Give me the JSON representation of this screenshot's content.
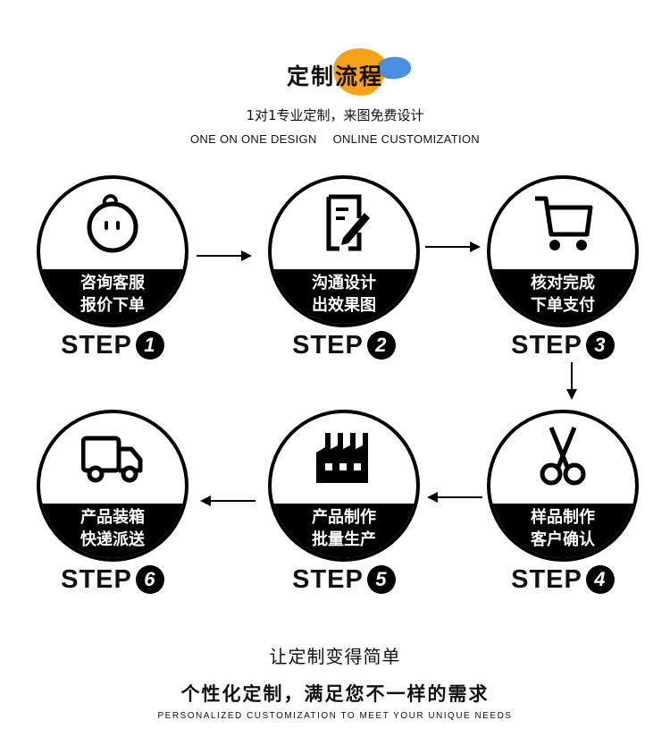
{
  "header": {
    "title": "定制流程",
    "subtitle": "1对1专业定制，来图免费设计",
    "english_left": "ONE ON ONE DESIGN",
    "english_right": "ONLINE CUSTOMIZATION",
    "accent_orange": "#F7A21B",
    "accent_blue": "#4A8FE0"
  },
  "steps": [
    {
      "line1": "咨询客服",
      "line2": "报价下单",
      "step_word": "STEP",
      "number": "1",
      "icon": "chat-face-icon"
    },
    {
      "line1": "沟通设计",
      "line2": "出效果图",
      "step_word": "STEP",
      "number": "2",
      "icon": "design-edit-icon"
    },
    {
      "line1": "核对完成",
      "line2": "下单支付",
      "step_word": "STEP",
      "number": "3",
      "icon": "shopping-cart-icon"
    },
    {
      "line1": "样品制作",
      "line2": "客户确认",
      "step_word": "STEP",
      "number": "4",
      "icon": "scissors-icon"
    },
    {
      "line1": "产品制作",
      "line2": "批量生产",
      "step_word": "STEP",
      "number": "5",
      "icon": "factory-icon"
    },
    {
      "line1": "产品装箱",
      "line2": "快递派送",
      "step_word": "STEP",
      "number": "6",
      "icon": "delivery-truck-icon"
    }
  ],
  "footer": {
    "line1": "让定制变得简单",
    "line2": "个性化定制，满足您不一样的需求",
    "line3": "PERSONALIZED CUSTOMIZATION TO MEET YOUR UNIQUE NEEDS"
  }
}
